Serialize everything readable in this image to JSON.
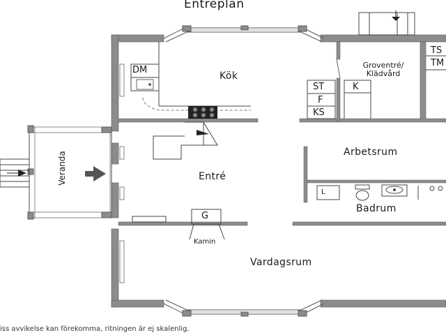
{
  "title": "Entréplan",
  "rooms": {
    "kok": "Kök",
    "groventre": "Groventré/",
    "kladvard": "Klädvård",
    "entre": "Entré",
    "arbetsrum": "Arbetsrum",
    "badrum": "Badrum",
    "vardagsrum": "Vardagsrum",
    "veranda": "Veranda",
    "kamin": "Kamin"
  },
  "fixtures": {
    "dm": "DM",
    "st": "ST",
    "k": "K",
    "f": "F",
    "ks": "KS",
    "ts": "TS",
    "tm": "TM",
    "l": "L",
    "g": "G"
  },
  "footnote": "iss avvikelse kan förekomma, ritningen är ej skalenlig.",
  "colors": {
    "wall": "#8c8c8c",
    "wall_edge": "#5a5a5a",
    "line": "#444444",
    "stove": "#222222"
  }
}
